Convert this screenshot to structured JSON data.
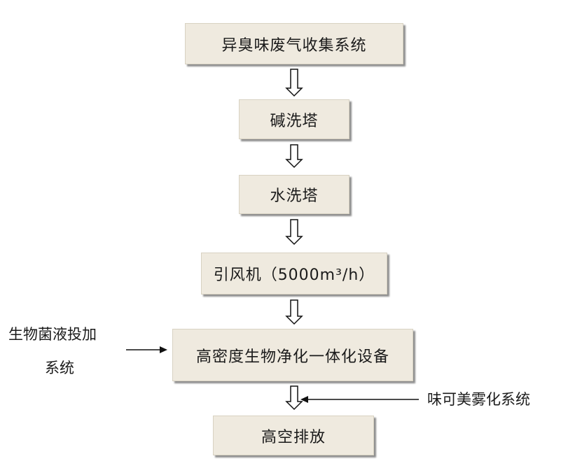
{
  "steps": [
    "异臭味废气收集系统",
    "碱洗塔",
    "水洗塔",
    "引风机（5000m³/h）",
    "高密度生物净化一体化设备",
    "高空排放"
  ],
  "side_inputs": {
    "left": [
      "生物菌液投加",
      "系统"
    ],
    "right": "味可美雾化系统"
  }
}
